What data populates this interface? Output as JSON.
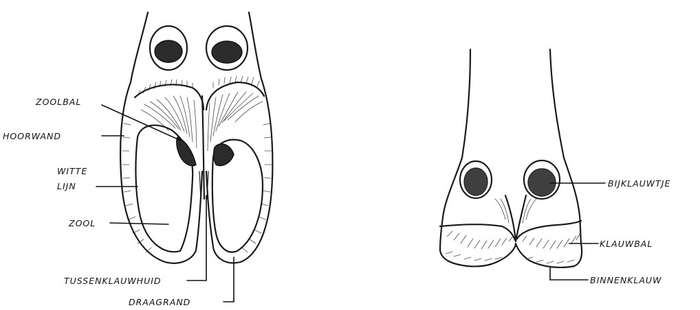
{
  "labels": {
    "zoolbal": "ZOOLBAL",
    "hoorwand": "HOORWAND",
    "witte": "WITTE",
    "lijn": "LIJN",
    "zool": "ZOOL",
    "tussenklauwhuid": "TUSSENKLAUWHUID",
    "draagrand": "DRAAGRAND",
    "bijklauwtje": "BIJKLAUWTJE",
    "klauwbal": "KLAUWBAL",
    "binnenklauw": "BINNENKLAUW"
  },
  "colors": {
    "ink": "#1a1a1a",
    "paper": "#ffffff"
  }
}
